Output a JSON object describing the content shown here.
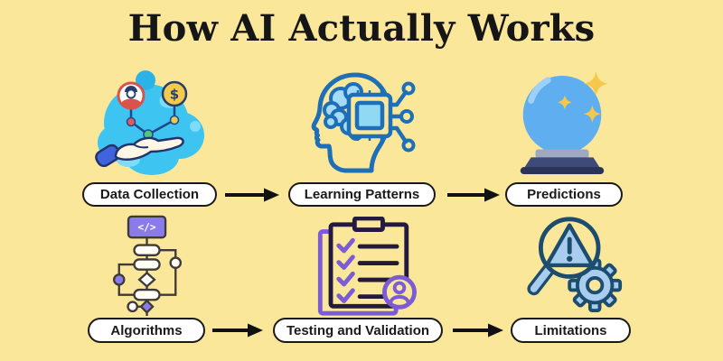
{
  "title": "How AI Actually Works",
  "steps": [
    {
      "label": "Data Collection",
      "icon": "data-collection-icon"
    },
    {
      "label": "Learning Patterns",
      "icon": "learning-patterns-icon"
    },
    {
      "label": "Predictions",
      "icon": "predictions-icon"
    },
    {
      "label": "Algorithms",
      "icon": "algorithms-icon"
    },
    {
      "label": "Testing and Validation",
      "icon": "testing-validation-icon"
    },
    {
      "label": "Limitations",
      "icon": "limitations-icon"
    }
  ],
  "icon_glyphs": {
    "dollar": "$",
    "code_tag": "</>"
  },
  "colors": {
    "background": "#FBE79A",
    "title_text": "#161616",
    "pill_background": "#FFFFFF",
    "pill_border": "#1A1A1A",
    "arrow": "#111111",
    "cyan_blob": "#3EC4F0",
    "cyan_blob_light": "#7EDCF8",
    "sky_outline": "#1D6FB8",
    "brain_fill": "#A6DBF5",
    "chip_fill": "#8FD9F5",
    "crystal_blue": "#5FAEEF",
    "star_gold": "#F5C84C",
    "base_navy": "#3E4B78",
    "base_gray": "#9FA8C2",
    "flow_purple": "#8B7BE8",
    "check_purple": "#7B5CD6",
    "ink_dark": "#241A3E",
    "magnifier_navy": "#1C4C6E",
    "magnifier_blue": "#A9CDEF",
    "coin_gold": "#F4CA4E",
    "node_red": "#E25C5C",
    "node_green": "#4DC97B",
    "node_yellow": "#EBCB4D",
    "sleeve_blue": "#4064DE"
  }
}
